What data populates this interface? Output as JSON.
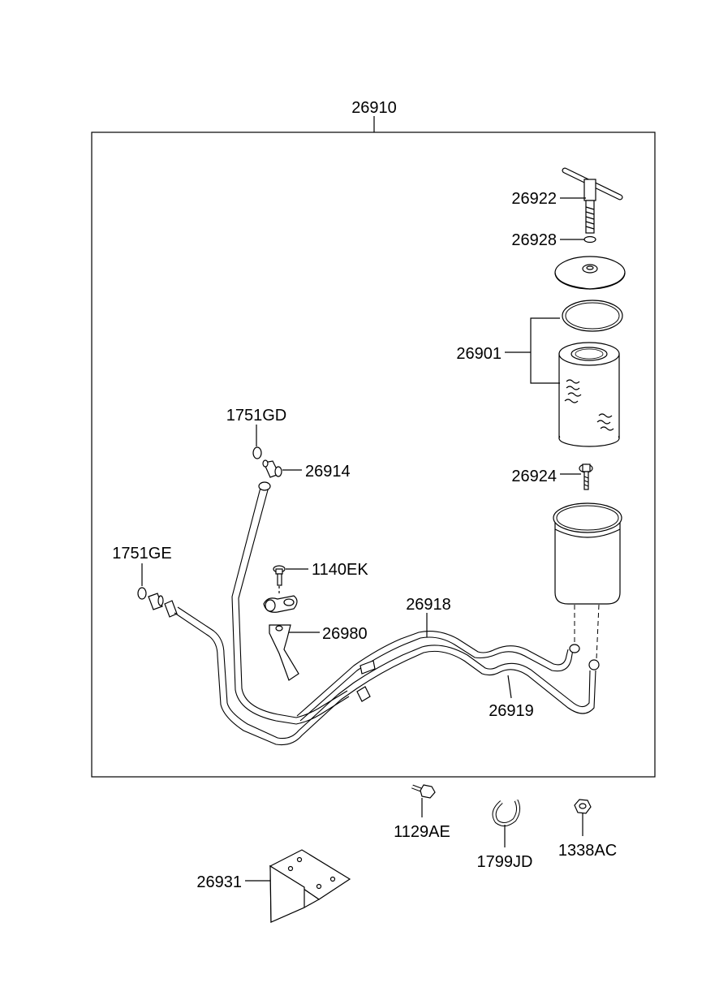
{
  "labels": {
    "assembly": "26910",
    "tee_handle_bolt": "26922",
    "small_oring": "26928",
    "filter_element": "26901",
    "center_bolt": "26924",
    "oring_1751gd": "1751GD",
    "fitting_26914": "26914",
    "oring_1751ge": "1751GE",
    "bolt_1140ek": "1140EK",
    "bracket_26980": "26980",
    "tube_26918": "26918",
    "tube_26919": "26919",
    "bolt_1129ae": "1129AE",
    "clamp_1799jd": "1799JD",
    "nut_1338ac": "1338AC",
    "bracket_26931": "26931"
  }
}
